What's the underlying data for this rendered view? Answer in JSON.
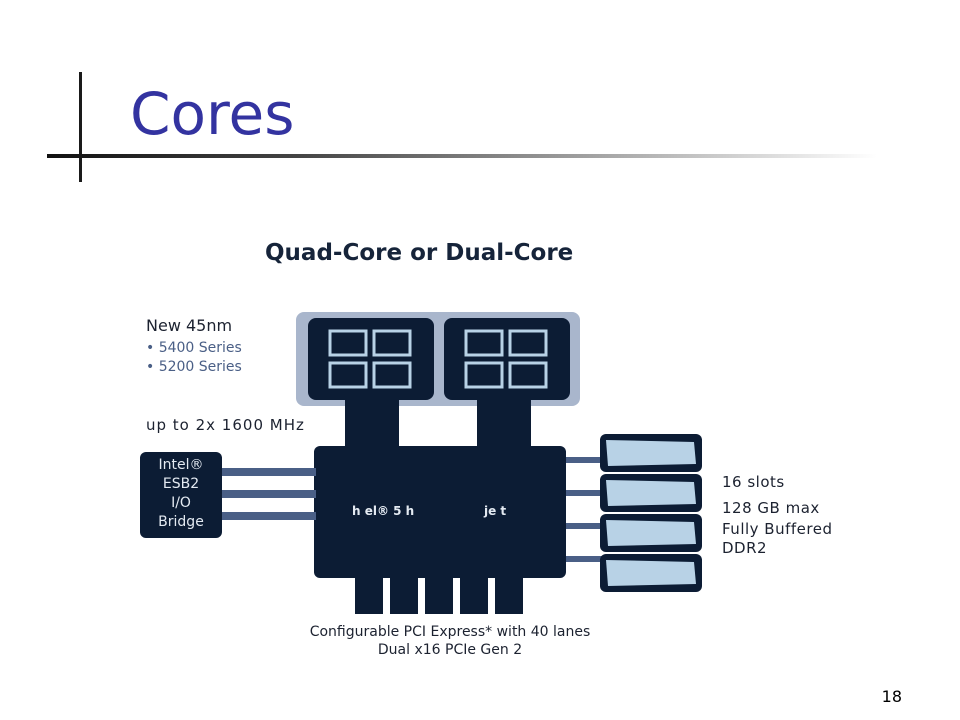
{
  "slide": {
    "title": "Cores",
    "page_number": "18"
  },
  "diagram": {
    "heading": "Quad-Core or Dual-Core",
    "processor_label": "New 45nm",
    "series": [
      "• 5400 Series",
      "• 5200 Series"
    ],
    "fsb_label": "up to 2x 1600 MHz",
    "io_bridge": [
      "Intel®",
      "ESB2",
      "I/O",
      "Bridge"
    ],
    "chipset_left": "h el® 5 h",
    "chipset_right": "je   t",
    "memory": {
      "slots": "16 slots",
      "max": "128 GB max",
      "type1": "Fully Buffered",
      "type2": "DDR2"
    },
    "pci": {
      "line1": "Configurable PCI Express* with 40 lanes",
      "line2": "Dual x16 PCIe Gen 2"
    },
    "colors": {
      "dark_block": "#0c1c34",
      "cpu_frame": "#a9b6cc",
      "memory_fill": "#b8d2e6",
      "title_blue": "#3333a0"
    }
  }
}
